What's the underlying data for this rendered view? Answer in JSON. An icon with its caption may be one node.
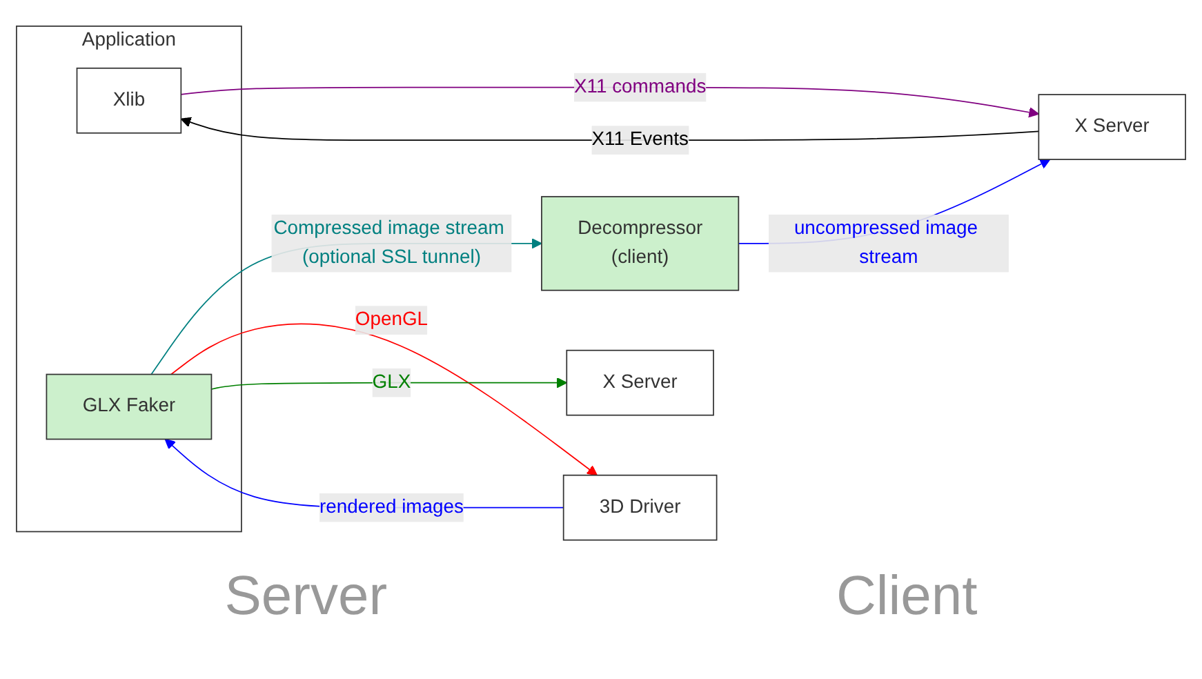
{
  "diagram": {
    "nodes": [
      {
        "text": [
          "Application"
        ]
      },
      {
        "text": [
          "Xlib"
        ],
        "in": 0
      },
      {
        "text": [
          "GLX Faker"
        ],
        "in": 0
      },
      {
        "text": [
          "X Server"
        ]
      },
      {
        "text": [
          "Decompressor",
          "(client)"
        ]
      },
      {
        "text": [
          "X Server"
        ]
      },
      {
        "text": [
          "3D Driver"
        ]
      }
    ],
    "edges": [
      {
        "from": 3,
        "to": 1,
        "arrow": "to",
        "label": "X11 Events",
        "color": "#000000"
      },
      {
        "from": 1,
        "to": 3,
        "arrow": "to",
        "label": "X11 commands",
        "color": "#800080"
      },
      {
        "from": 2,
        "to": 4,
        "arrow": "to",
        "label": "Compressed image stream (optional SSL tunnel)",
        "color": "#008080"
      },
      {
        "from": 4,
        "to": 3,
        "arrow": "to",
        "label": "uncompressed image stream",
        "color": "#0000ff"
      },
      {
        "from": 2,
        "to": 6,
        "arrow": "to",
        "label": "OpenGL",
        "color": "#ff0000"
      },
      {
        "from": 6,
        "to": 2,
        "arrow": "to",
        "label": "rendered images",
        "color": "#0000ff"
      },
      {
        "from": 2,
        "to": 5,
        "arrow": "to",
        "label": "GLX",
        "color": "#008000"
      }
    ],
    "labels": [
      "Server",
      "Client"
    ]
  }
}
